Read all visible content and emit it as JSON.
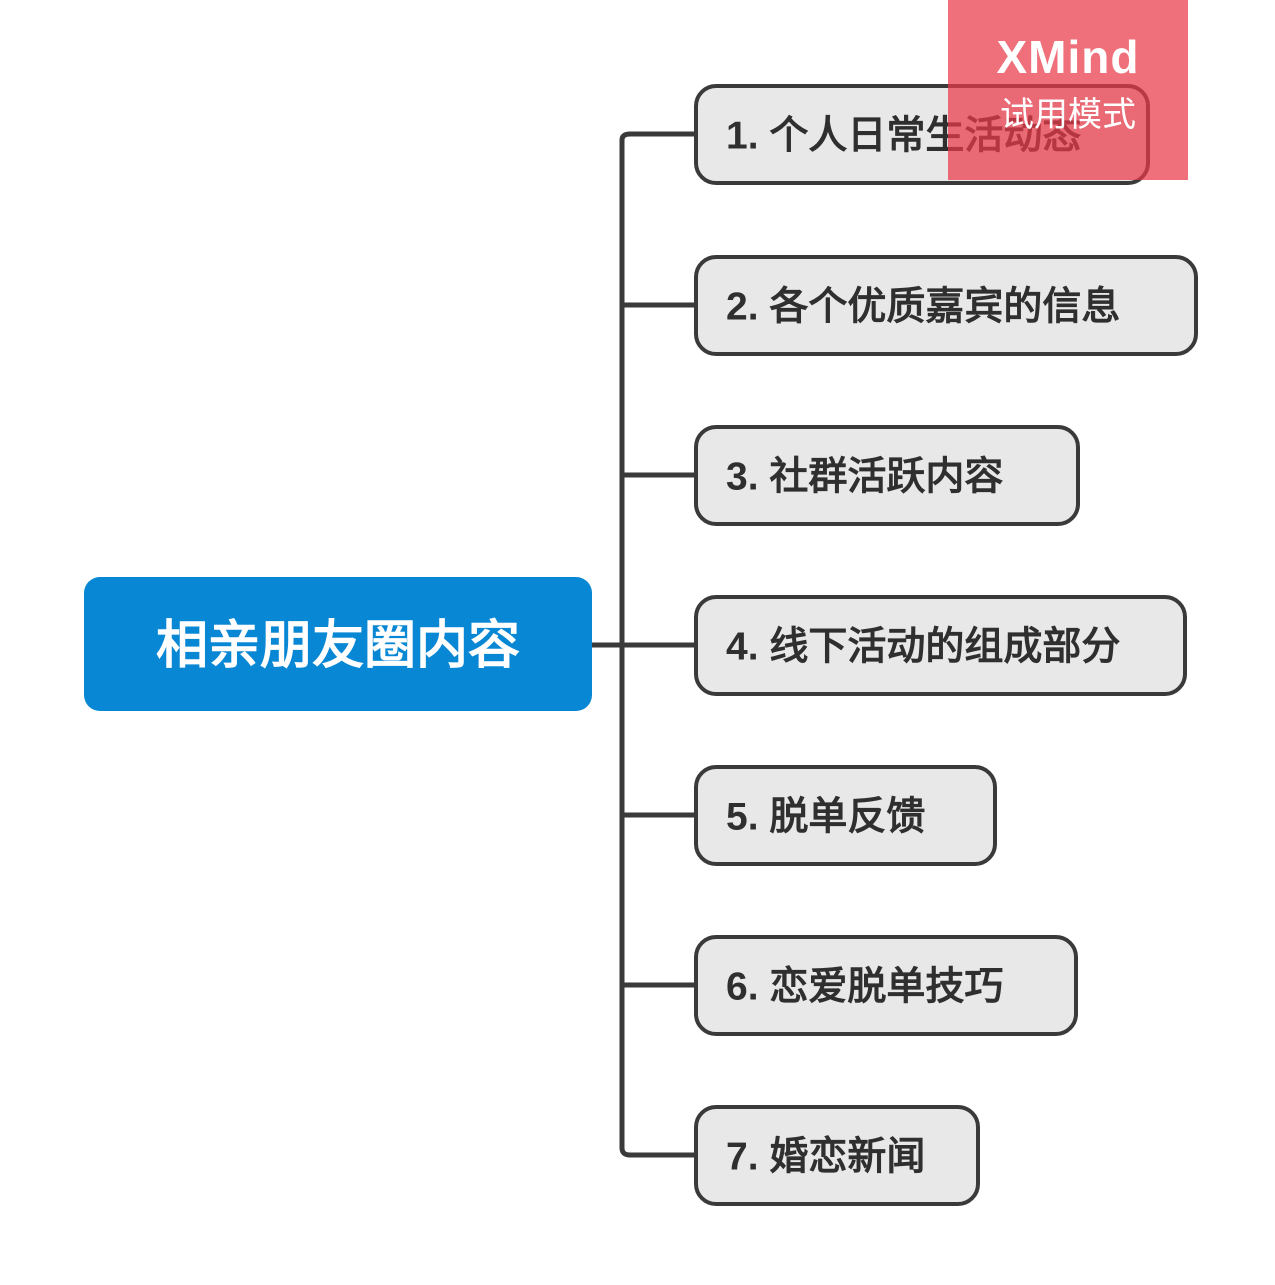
{
  "mindmap": {
    "root": {
      "label": "相亲朋友圈内容",
      "fill": "#0887d4",
      "text_color": "#ffffff"
    },
    "branch_style": {
      "fill": "#e8e8e8",
      "border": "#3a3a3a",
      "text_color": "#2f2f2f",
      "connector": "#3a3a3a"
    },
    "branches": [
      {
        "label": "1.  个人日常生活动态"
      },
      {
        "label": "2.  各个优质嘉宾的信息"
      },
      {
        "label": "3.  社群活跃内容"
      },
      {
        "label": "4. 线下活动的组成部分"
      },
      {
        "label": "5.  脱单反馈"
      },
      {
        "label": "6.  恋爱脱单技巧"
      },
      {
        "label": "7. 婚恋新闻"
      }
    ]
  },
  "watermark": {
    "logo": "XMind",
    "subtitle": "试用模式",
    "color": "#e93946"
  }
}
